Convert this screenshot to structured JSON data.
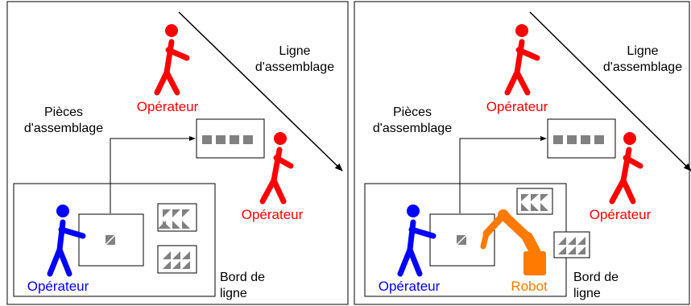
{
  "colors": {
    "operator_red": "#ff0000",
    "operator_blue": "#0000ff",
    "robot_orange": "#ff7a00",
    "part_gray": "#808080"
  },
  "panels": [
    {
      "assembly_line_label": [
        "Ligne",
        "d'assemblage"
      ],
      "parts_label": [
        "Pièces",
        "d'assemblage"
      ],
      "operator_top_label": "Opérateur",
      "operator_right_label": "Opérateur",
      "operator_workstation_label": "Opérateur",
      "line_side_label": [
        "Bord de",
        "ligne"
      ]
    },
    {
      "assembly_line_label": [
        "Ligne",
        "d'assemblage"
      ],
      "parts_label": [
        "Pièces",
        "d'assemblage"
      ],
      "operator_top_label": "Opérateur",
      "operator_right_label": "Opérateur",
      "operator_workstation_label": "Opérateur",
      "robot_label": "Robot",
      "line_side_label": [
        "Bord de",
        "ligne"
      ]
    }
  ]
}
